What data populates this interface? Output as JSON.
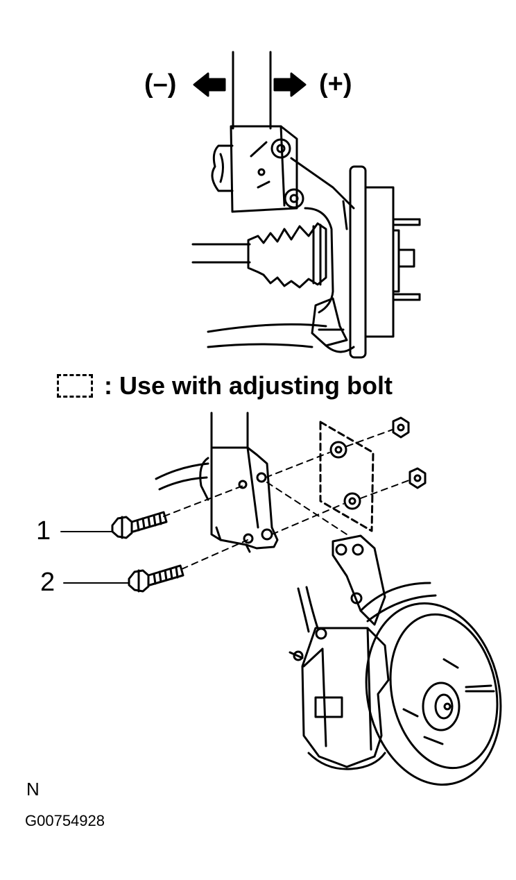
{
  "direction": {
    "minus": "(–)",
    "plus": "(+)"
  },
  "legend": {
    "text": ": Use with adjusting bolt"
  },
  "callouts": [
    {
      "label": "1"
    },
    {
      "label": "2"
    }
  ],
  "footer": {
    "orientation": "N",
    "figure_id": "G00754928"
  },
  "colors": {
    "ink": "#000000",
    "paper": "#ffffff"
  }
}
